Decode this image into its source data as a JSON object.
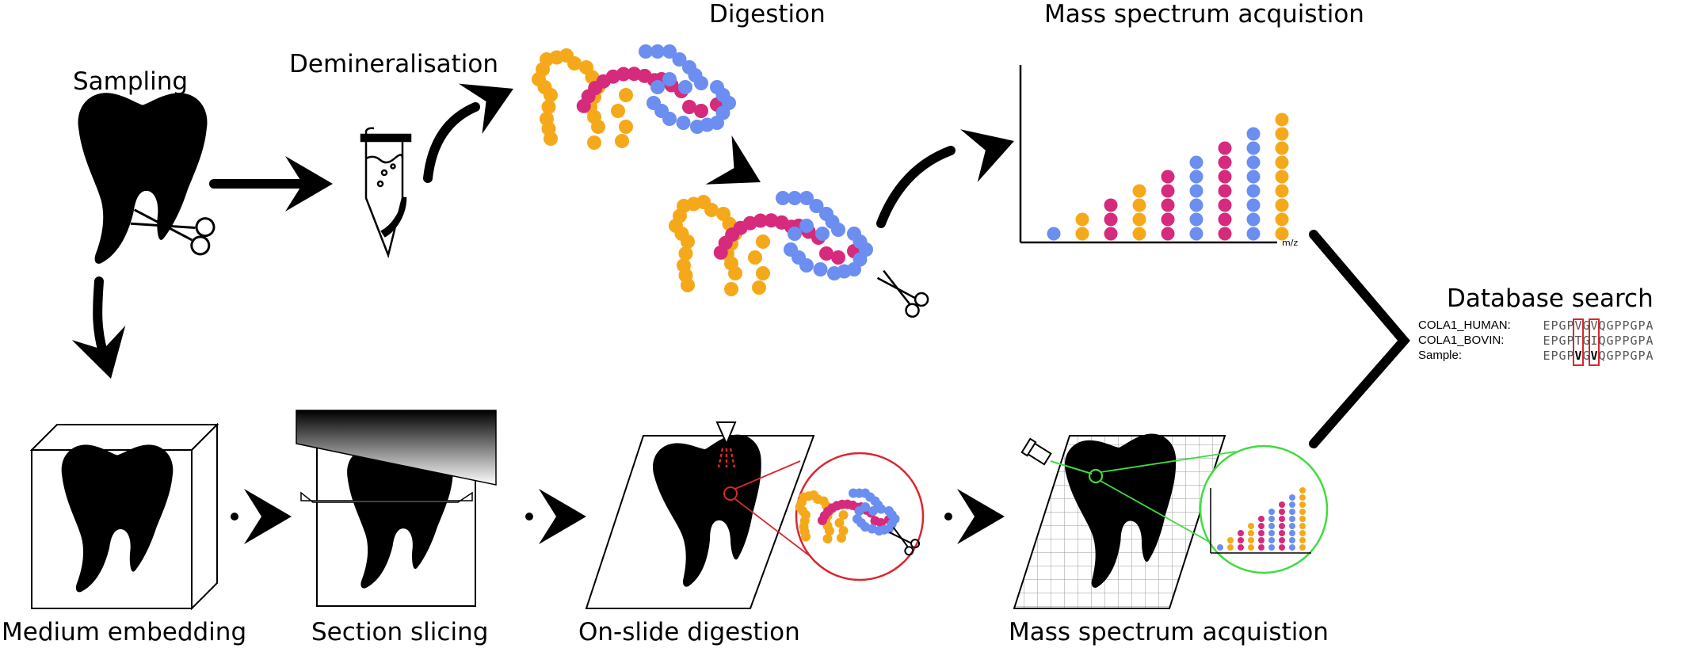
{
  "labels": {
    "sampling": "Sampling",
    "demineralisation": "Demineralisation",
    "digestion": "Digestion",
    "mass_spectrum_top": "Mass spectrum acquistion",
    "database_search": "Database search",
    "medium_embedding": "Medium embedding",
    "section_slicing": "Section slicing",
    "on_slide_digestion": "On-slide digestion",
    "mass_spectrum_bottom": "Mass spectrum acquistion"
  },
  "spectrum": {
    "axis_label": "m/z",
    "stack_heights": [
      1,
      2,
      3,
      4,
      5,
      6,
      7,
      8,
      9
    ]
  },
  "database": {
    "rows": [
      {
        "name": "COLA1_HUMAN:",
        "sequence": "EPGPVGVQGPPGPA"
      },
      {
        "name": "COLA1_BOVIN:",
        "sequence": "EPGPTGIQGPPGPA"
      },
      {
        "name": "Sample:",
        "sequence": "EPGPVGVQGPPGPA"
      }
    ],
    "highlight_positions": [
      4,
      6
    ]
  },
  "colors": {
    "yellow": "#f5a91a",
    "pink": "#d62a7c",
    "blue": "#6b8ef0",
    "red_highlight": "#d9272e",
    "green_highlight": "#3fdc3f",
    "ink": "#000000"
  },
  "icons": [
    "tooth-icon",
    "scissors-icon",
    "tube-icon",
    "arrow-icon",
    "laser-icon",
    "embedding-block-icon",
    "slicing-blade-icon",
    "slide-icon",
    "grid-slide-icon"
  ]
}
